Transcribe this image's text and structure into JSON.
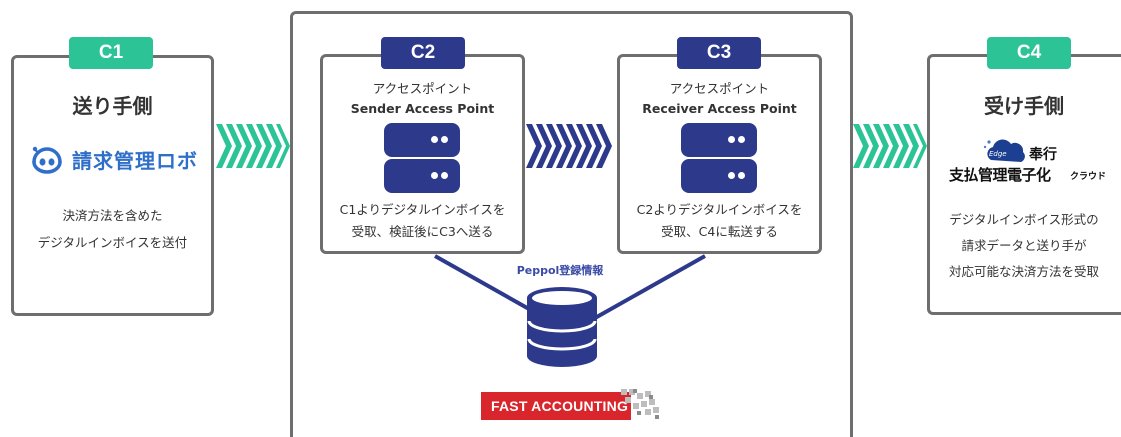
{
  "c1": {
    "tag": "C1",
    "title": "送り手側",
    "logo_text": "請求管理ロボ",
    "desc_line1": "決済方法を含めた",
    "desc_line2": "デジタルインボイスを送付"
  },
  "c2": {
    "tag": "C2",
    "label_jp": "アクセスポイント",
    "label_en": "Sender Access Point",
    "desc_line1": "C1よりデジタルインボイスを",
    "desc_line2": "受取、検証後にC3へ送る"
  },
  "c3": {
    "tag": "C3",
    "label_jp": "アクセスポイント",
    "label_en": "Receiver Access Point",
    "desc_line1": "C2よりデジタルインボイスを",
    "desc_line2": "受取、C4に転送する"
  },
  "c4": {
    "tag": "C4",
    "title": "受け手側",
    "logo_badge": "Edge",
    "logo_top": "奉行",
    "logo_main": "支払管理電子化",
    "logo_suffix": "クラウド",
    "desc_line1": "デジタルインボイス形式の",
    "desc_line2": "請求データと送り手が",
    "desc_line3": "対応可能な決済方法を受取"
  },
  "peppol": {
    "label": "Peppol登録情報"
  },
  "fast_accounting": {
    "label": "FAST ACCOUNTING"
  },
  "colors": {
    "green": "#2cc497",
    "navy": "#2d3a8c",
    "blue_text": "#3a4aa6",
    "border": "#6e6e6e",
    "red": "#d9262c"
  }
}
